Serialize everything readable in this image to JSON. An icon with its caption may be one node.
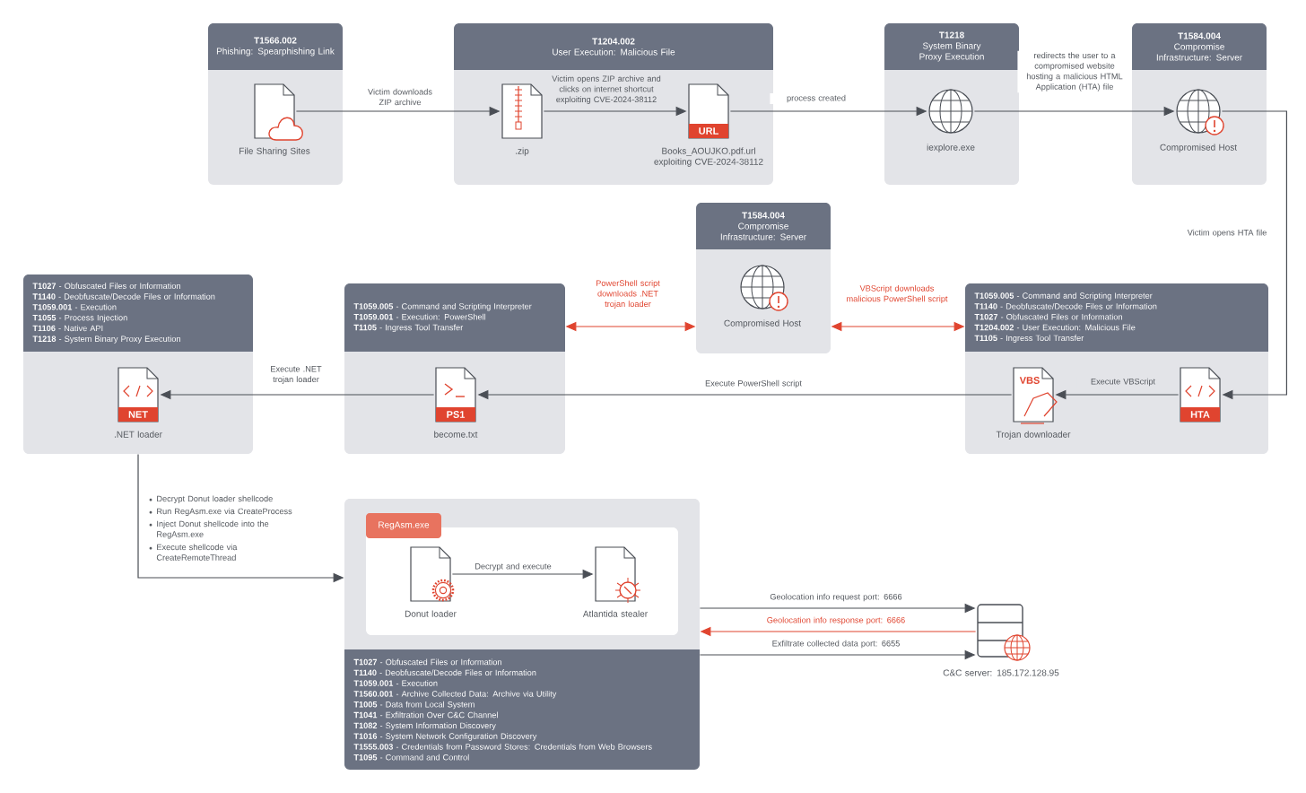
{
  "diagram": {
    "nodes": [
      {
        "text": [
          "T1566.002",
          "Phishing: Spearphishing Link"
        ]
      },
      {
        "text": [
          "File Sharing Sites"
        ],
        "in": 0
      },
      {
        "text": [
          "T1204.002",
          "User Execution: Malicious File"
        ]
      },
      {
        "text": [
          ".zip"
        ],
        "in": 2
      },
      {
        "text": [
          "URL",
          "Books_AOUJKO.pdf.url exploiting CVE-2024-38112"
        ],
        "in": 2
      },
      {
        "text": [
          "T1218",
          "System Binary Proxy Execution"
        ]
      },
      {
        "text": [
          "iexplore.exe"
        ],
        "in": 5
      },
      {
        "text": [
          "T1584.004",
          "Compromise Infrastructure: Server"
        ]
      },
      {
        "text": [
          "Compromised Host"
        ],
        "in": 7
      },
      {
        "text": [
          "T1584.004",
          "Compromise Infrastructure: Server"
        ]
      },
      {
        "text": [
          "Compromised Host"
        ],
        "in": 9
      },
      {
        "text": [
          "**T1059.005** - Command and Scripting Interpreter",
          "**T1140** - Deobfuscate/Decode Files or Information",
          "**T1027** - Obfuscated Files or Information",
          "**T1204.002** - User Execution: Malicious File",
          "**T1105** - Ingress Tool Transfer"
        ]
      },
      {
        "text": [
          "HTA"
        ],
        "in": 11
      },
      {
        "text": [
          "VBS",
          "Trojan downloader"
        ],
        "in": 11
      },
      {
        "text": [
          "**T1059.005** - Command and Scripting Interpreter",
          "**T1059.001** - Execution: PowerShell",
          "**T1105** - Ingress Tool Transfer"
        ]
      },
      {
        "text": [
          "PS1",
          "become.txt"
        ],
        "in": 14
      },
      {
        "text": [
          "**T1027** - Obfuscated Files or Information",
          "**T1140** - Deobfuscate/Decode Files or Information",
          "**T1059.001** - Execution",
          "**T1055** - Process Injection",
          "**T1106** - Native API",
          "**T1218** - System Binary Proxy Execution"
        ]
      },
      {
        "text": [
          "NET",
          ".NET loader"
        ],
        "in": 16
      },
      {
        "text": [
          "**T1027** - Obfuscated Files or Information",
          "**T1140** - Deobfuscate/Decode Files or Information",
          "**T1059.001** - Execution",
          "**T1560.001** - Archive Collected Data: Archive via Utility",
          "**T1005** - Data from Local System",
          "**T1041** - Exfiltration Over C&C Channel",
          "**T1082** - System Information Discovery",
          "**T1016** - System Network Configuration Discovery",
          "**T1555.003** - Credentials from Password Stores: Credentials from Web Browsers",
          "**T1095** - Command and Control"
        ]
      },
      {
        "text": [
          "RegAsm.exe"
        ],
        "in": 18
      },
      {
        "text": [
          "Donut loader"
        ],
        "in": 19
      },
      {
        "text": [
          "Atlantida stealer"
        ],
        "in": 19
      },
      {
        "text": [
          "C&C server: 185.172.128.95"
        ]
      }
    ],
    "edges": [
      {
        "from": 1,
        "to": 3,
        "arrow": "to",
        "label": "Victim downloads ZIP archive"
      },
      {
        "from": 3,
        "to": 4,
        "arrow": "to",
        "label": "Victim opens ZIP archive and clicks on internet shortcut exploiting CVE-2024-38112"
      },
      {
        "from": 4,
        "to": 6,
        "arrow": "to",
        "label": "process created"
      },
      {
        "from": 6,
        "to": 8,
        "arrow": "to",
        "label": "redirects the user to a compromised website hosting a malicious HTML Application (HTA) file"
      },
      {
        "from": 8,
        "to": 12,
        "arrow": "to",
        "label": "Victim opens HTA file"
      },
      {
        "from": 12,
        "to": 13,
        "arrow": "to",
        "label": "Execute VBScript"
      },
      {
        "from": 13,
        "to": 15,
        "arrow": "to",
        "label": "Execute PowerShell script"
      },
      {
        "from": 15,
        "to": 17,
        "arrow": "to",
        "label": "Execute .NET trojan loader"
      },
      {
        "from": 9,
        "to": 14,
        "arrow": "both",
        "color": "#e0442f",
        "label": "PowerShell script downloads .NET trojan loader"
      },
      {
        "from": 9,
        "to": 11,
        "arrow": "both",
        "color": "#e0442f",
        "label": "VBScript downloads malicious PowerShell script"
      },
      {
        "from": 16,
        "to": 18,
        "arrow": "to"
      },
      {
        "from": 20,
        "to": 21,
        "arrow": "to",
        "label": "Decrypt and execute"
      },
      {
        "from": 18,
        "to": 22,
        "arrow": "to",
        "label": "Geolocation info request port: 6666"
      },
      {
        "from": 22,
        "to": 18,
        "arrow": "to",
        "color": "#e0442f",
        "label": "Geolocation info response port: 6666"
      },
      {
        "from": 18,
        "to": 22,
        "arrow": "to",
        "label": "Exfiltrate collected data port: 6655"
      }
    ],
    "labels": [
      "Decrypt Donut loader shellcode",
      "Run RegAsm.exe via CreateProcess",
      "Inject Donut shellcode into the RegAsm.exe",
      "Execute shellcode via CreateRemoteThread"
    ]
  }
}
